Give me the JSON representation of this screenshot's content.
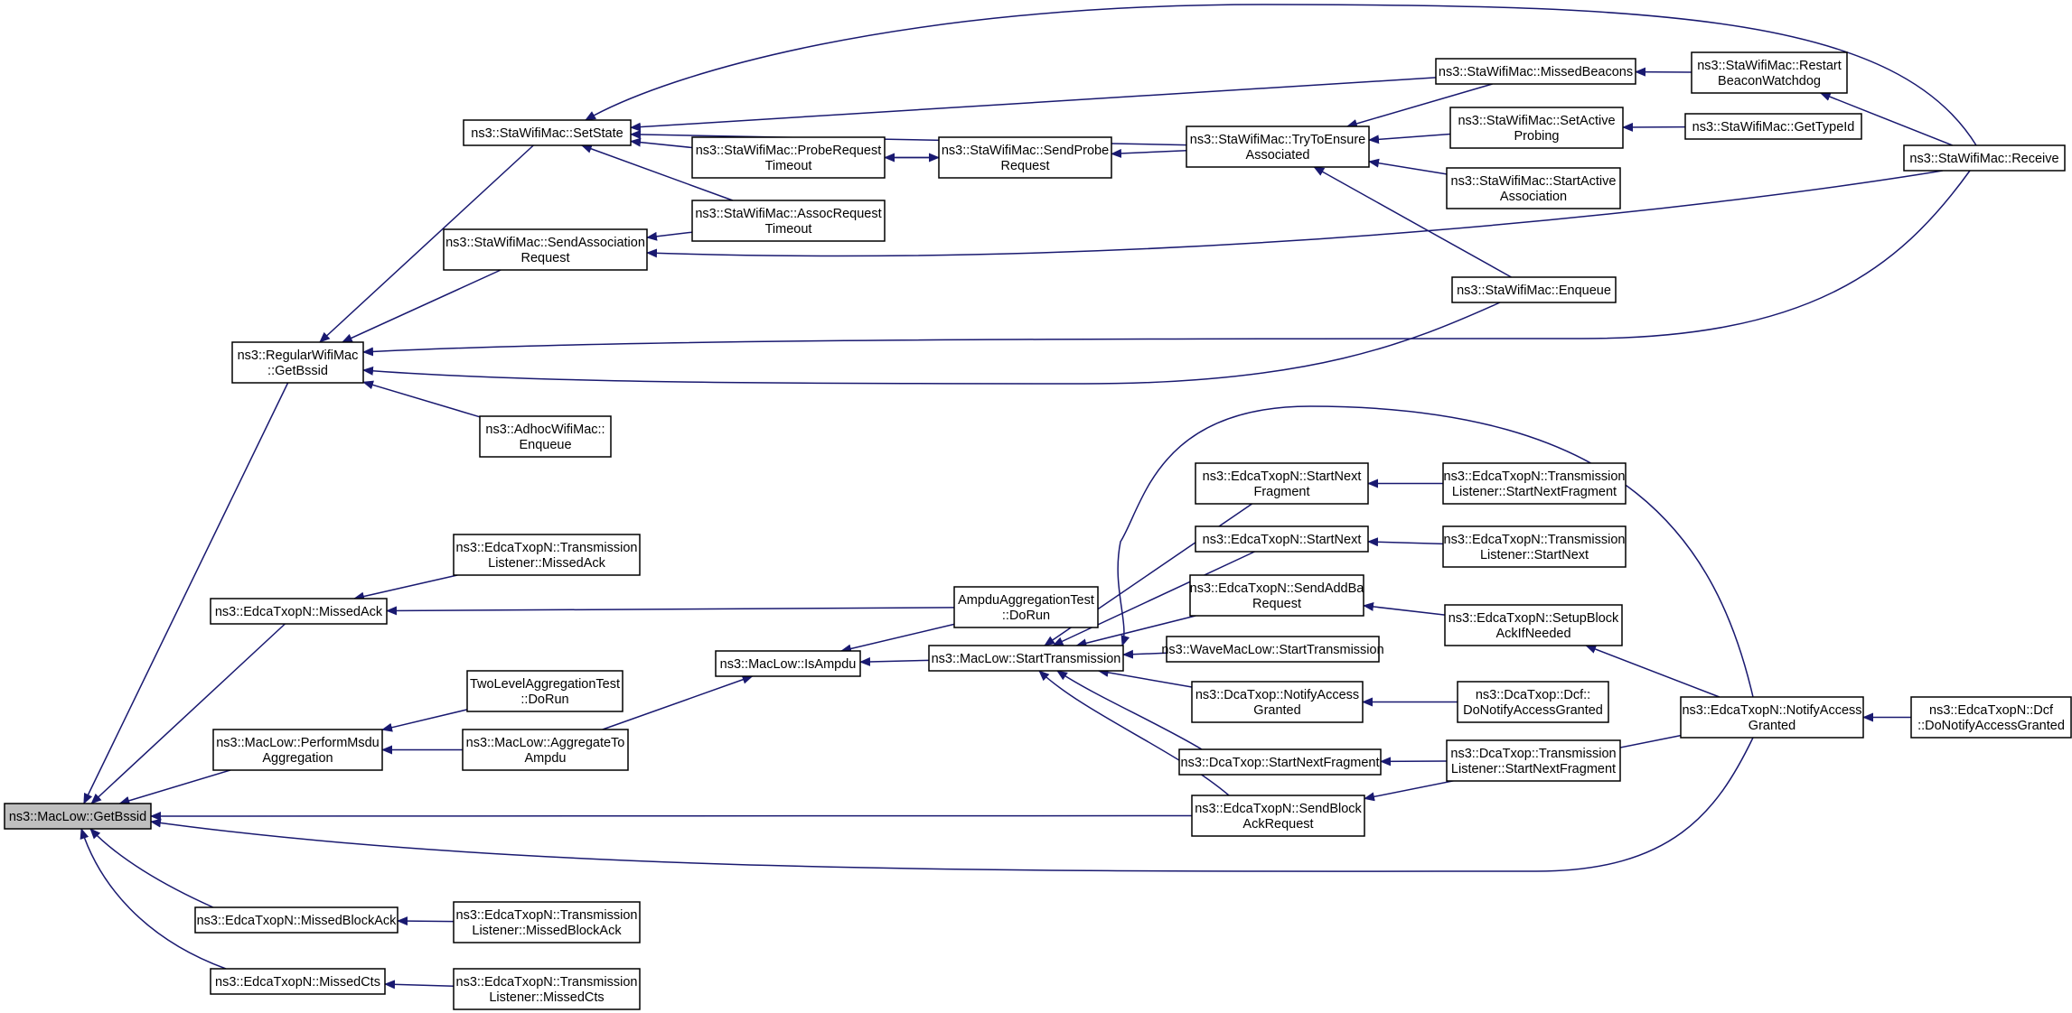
{
  "nodes": [
    {
      "id": "root",
      "lines": [
        "ns3::MacLow::GetBssid"
      ]
    },
    {
      "id": "regularGetBssid",
      "lines": [
        "ns3::RegularWifiMac",
        "::GetBssid"
      ]
    },
    {
      "id": "setState",
      "lines": [
        "ns3::StaWifiMac::SetState"
      ]
    },
    {
      "id": "sendAssocReq",
      "lines": [
        "ns3::StaWifiMac::SendAssociation",
        "Request"
      ]
    },
    {
      "id": "adhocEnqueue",
      "lines": [
        "ns3::AdhocWifiMac::",
        "Enqueue"
      ]
    },
    {
      "id": "probeTimeout",
      "lines": [
        "ns3::StaWifiMac::ProbeRequest",
        "Timeout"
      ]
    },
    {
      "id": "assocTimeout",
      "lines": [
        "ns3::StaWifiMac::AssocRequest",
        "Timeout"
      ]
    },
    {
      "id": "sendProbe",
      "lines": [
        "ns3::StaWifiMac::SendProbe",
        "Request"
      ]
    },
    {
      "id": "tryEnsure",
      "lines": [
        "ns3::StaWifiMac::TryToEnsure",
        "Associated"
      ]
    },
    {
      "id": "missedBeacons",
      "lines": [
        "ns3::StaWifiMac::MissedBeacons"
      ]
    },
    {
      "id": "restartBeacon",
      "lines": [
        "ns3::StaWifiMac::Restart",
        "BeaconWatchdog"
      ]
    },
    {
      "id": "setActiveProbing",
      "lines": [
        "ns3::StaWifiMac::SetActive",
        "Probing"
      ]
    },
    {
      "id": "getTypeId",
      "lines": [
        "ns3::StaWifiMac::GetTypeId"
      ]
    },
    {
      "id": "startActiveAssoc",
      "lines": [
        "ns3::StaWifiMac::StartActive",
        "Association"
      ]
    },
    {
      "id": "staEnqueue",
      "lines": [
        "ns3::StaWifiMac::Enqueue"
      ]
    },
    {
      "id": "receive",
      "lines": [
        "ns3::StaWifiMac::Receive"
      ]
    },
    {
      "id": "missedAck",
      "lines": [
        "ns3::EdcaTxopN::MissedAck"
      ]
    },
    {
      "id": "tlMissedAck",
      "lines": [
        "ns3::EdcaTxopN::Transmission",
        "Listener::MissedAck"
      ]
    },
    {
      "id": "performMsdu",
      "lines": [
        "ns3::MacLow::PerformMsdu",
        "Aggregation"
      ]
    },
    {
      "id": "twoLevelRun",
      "lines": [
        "TwoLevelAggregationTest",
        "::DoRun"
      ]
    },
    {
      "id": "aggregateToAmpdu",
      "lines": [
        "ns3::MacLow::AggregateTo",
        "Ampdu"
      ]
    },
    {
      "id": "isAmpdu",
      "lines": [
        "ns3::MacLow::IsAmpdu"
      ]
    },
    {
      "id": "ampduRun",
      "lines": [
        "AmpduAggregationTest",
        "::DoRun"
      ]
    },
    {
      "id": "startTx",
      "lines": [
        "ns3::MacLow::StartTransmission"
      ]
    },
    {
      "id": "startNextFrag",
      "lines": [
        "ns3::EdcaTxopN::StartNext",
        "Fragment"
      ]
    },
    {
      "id": "tlStartNextFrag",
      "lines": [
        "ns3::EdcaTxopN::Transmission",
        "Listener::StartNextFragment"
      ]
    },
    {
      "id": "startNext",
      "lines": [
        "ns3::EdcaTxopN::StartNext"
      ]
    },
    {
      "id": "tlStartNext",
      "lines": [
        "ns3::EdcaTxopN::Transmission",
        "Listener::StartNext"
      ]
    },
    {
      "id": "sendAddBa",
      "lines": [
        "ns3::EdcaTxopN::SendAddBa",
        "Request"
      ]
    },
    {
      "id": "setupBlockAck",
      "lines": [
        "ns3::EdcaTxopN::SetupBlock",
        "AckIfNeeded"
      ]
    },
    {
      "id": "waveStartTx",
      "lines": [
        "ns3::WaveMacLow::StartTransmission"
      ]
    },
    {
      "id": "dcaNotify",
      "lines": [
        "ns3::DcaTxop::NotifyAccess",
        "Granted"
      ]
    },
    {
      "id": "dcfDoNotify",
      "lines": [
        "ns3::DcaTxop::Dcf::",
        "DoNotifyAccessGranted"
      ]
    },
    {
      "id": "dcaStartNextFrag",
      "lines": [
        "ns3::DcaTxop::StartNextFragment"
      ]
    },
    {
      "id": "dcaTlStartNextFrag",
      "lines": [
        "ns3::DcaTxop::Transmission",
        "Listener::StartNextFragment"
      ]
    },
    {
      "id": "sendBlockAck",
      "lines": [
        "ns3::EdcaTxopN::SendBlock",
        "AckRequest"
      ]
    },
    {
      "id": "edcaNotify",
      "lines": [
        "ns3::EdcaTxopN::NotifyAccess",
        "Granted"
      ]
    },
    {
      "id": "edcaDcfDoNotify",
      "lines": [
        "ns3::EdcaTxopN::Dcf",
        "::DoNotifyAccessGranted"
      ]
    },
    {
      "id": "missedBlockAck",
      "lines": [
        "ns3::EdcaTxopN::MissedBlockAck"
      ]
    },
    {
      "id": "tlMissedBlockAck",
      "lines": [
        "ns3::EdcaTxopN::Transmission",
        "Listener::MissedBlockAck"
      ]
    },
    {
      "id": "missedCts",
      "lines": [
        "ns3::EdcaTxopN::MissedCts"
      ]
    },
    {
      "id": "tlMissedCts",
      "lines": [
        "ns3::EdcaTxopN::Transmission",
        "Listener::MissedCts"
      ]
    }
  ],
  "edges": [
    {
      "from": "regularGetBssid",
      "to": "root"
    },
    {
      "from": "missedAck",
      "to": "root"
    },
    {
      "from": "performMsdu",
      "to": "root"
    },
    {
      "from": "sendBlockAck",
      "to": "root"
    },
    {
      "from": "edcaNotify",
      "to": "root"
    },
    {
      "from": "missedBlockAck",
      "to": "root"
    },
    {
      "from": "missedCts",
      "to": "root"
    },
    {
      "from": "setState",
      "to": "regularGetBssid"
    },
    {
      "from": "sendAssocReq",
      "to": "regularGetBssid"
    },
    {
      "from": "adhocEnqueue",
      "to": "regularGetBssid"
    },
    {
      "from": "staEnqueue",
      "to": "regularGetBssid"
    },
    {
      "from": "receive",
      "to": "regularGetBssid"
    },
    {
      "from": "probeTimeout",
      "to": "setState"
    },
    {
      "from": "assocTimeout",
      "to": "setState"
    },
    {
      "from": "tryEnsure",
      "to": "setState"
    },
    {
      "from": "missedBeacons",
      "to": "setState"
    },
    {
      "from": "receive",
      "to": "setState"
    },
    {
      "from": "assocTimeout",
      "to": "sendAssocReq"
    },
    {
      "from": "receive",
      "to": "sendAssocReq"
    },
    {
      "from": "sendProbe",
      "to": "probeTimeout"
    },
    {
      "from": "probeTimeout",
      "to": "sendProbe"
    },
    {
      "from": "tryEnsure",
      "to": "sendProbe"
    },
    {
      "from": "missedBeacons",
      "to": "tryEnsure"
    },
    {
      "from": "setActiveProbing",
      "to": "tryEnsure"
    },
    {
      "from": "startActiveAssoc",
      "to": "tryEnsure"
    },
    {
      "from": "staEnqueue",
      "to": "tryEnsure"
    },
    {
      "from": "restartBeacon",
      "to": "missedBeacons"
    },
    {
      "from": "receive",
      "to": "restartBeacon"
    },
    {
      "from": "getTypeId",
      "to": "setActiveProbing"
    },
    {
      "from": "tlMissedAck",
      "to": "missedAck"
    },
    {
      "from": "ampduRun",
      "to": "missedAck"
    },
    {
      "from": "twoLevelRun",
      "to": "performMsdu"
    },
    {
      "from": "aggregateToAmpdu",
      "to": "performMsdu"
    },
    {
      "from": "aggregateToAmpdu",
      "to": "isAmpdu"
    },
    {
      "from": "ampduRun",
      "to": "isAmpdu"
    },
    {
      "from": "startTx",
      "to": "isAmpdu"
    },
    {
      "from": "startNextFrag",
      "to": "startTx"
    },
    {
      "from": "startNext",
      "to": "startTx"
    },
    {
      "from": "sendAddBa",
      "to": "startTx"
    },
    {
      "from": "waveStartTx",
      "to": "startTx"
    },
    {
      "from": "dcaNotify",
      "to": "startTx"
    },
    {
      "from": "dcaStartNextFrag",
      "to": "startTx"
    },
    {
      "from": "sendBlockAck",
      "to": "startTx"
    },
    {
      "from": "edcaNotify",
      "to": "startTx"
    },
    {
      "from": "tlStartNextFrag",
      "to": "startNextFrag"
    },
    {
      "from": "tlStartNext",
      "to": "startNext"
    },
    {
      "from": "setupBlockAck",
      "to": "sendAddBa"
    },
    {
      "from": "edcaNotify",
      "to": "setupBlockAck"
    },
    {
      "from": "dcfDoNotify",
      "to": "dcaNotify"
    },
    {
      "from": "dcaTlStartNextFrag",
      "to": "dcaStartNextFrag"
    },
    {
      "from": "edcaNotify",
      "to": "sendBlockAck"
    },
    {
      "from": "edcaDcfDoNotify",
      "to": "edcaNotify"
    },
    {
      "from": "tlMissedBlockAck",
      "to": "missedBlockAck"
    },
    {
      "from": "tlMissedCts",
      "to": "missedCts"
    }
  ],
  "colors": {
    "edge": "#191970",
    "node_border": "#000000",
    "node_fill": "#ffffff",
    "root_fill": "#bfbfbf"
  }
}
